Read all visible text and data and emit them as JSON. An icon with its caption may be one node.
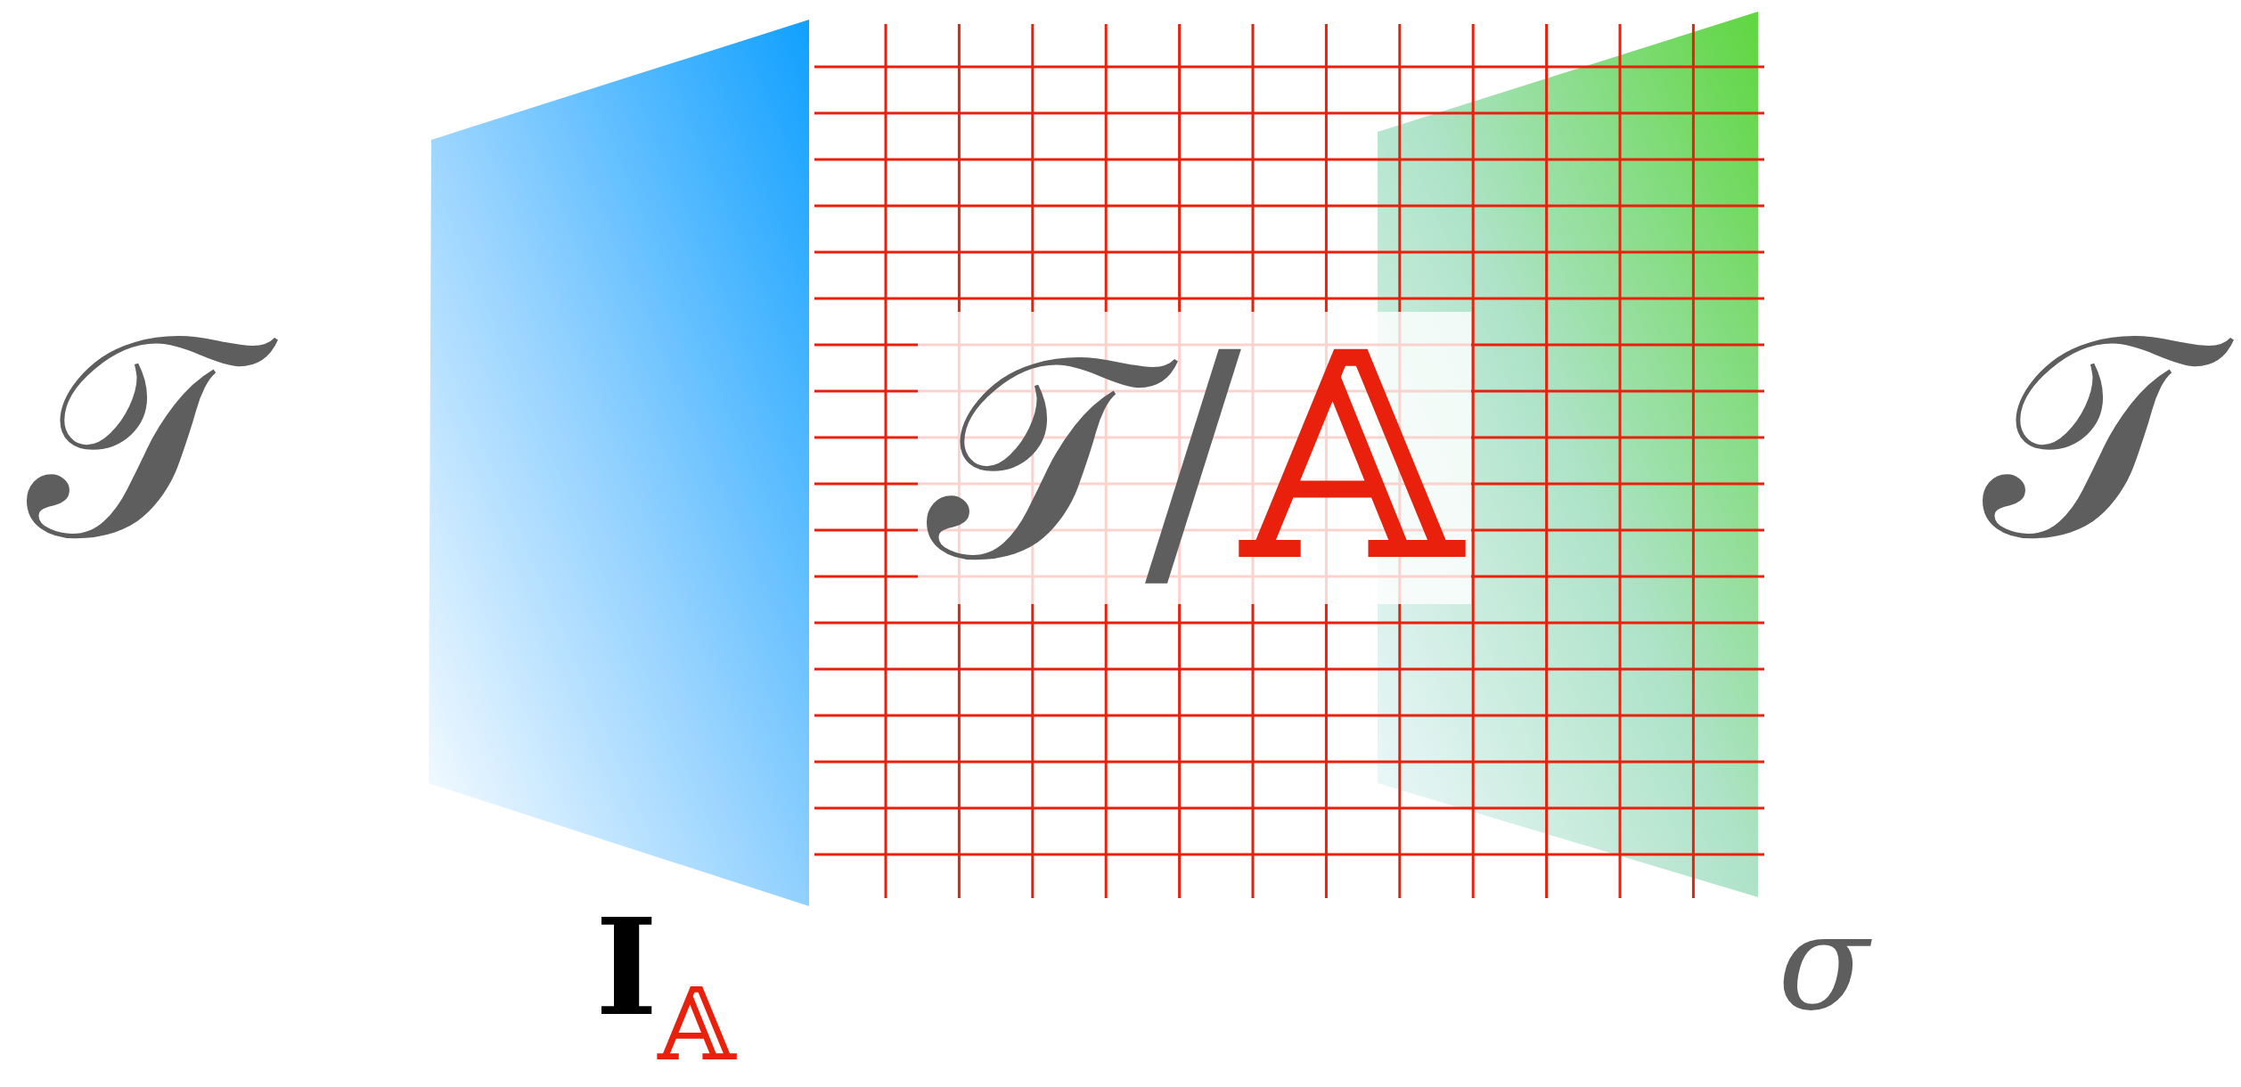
{
  "diagram": {
    "labels": [
      "𝒯",
      "𝒯/𝔸",
      "𝒯",
      "I$_{𝔸}$",
      "σ"
    ]
  }
}
